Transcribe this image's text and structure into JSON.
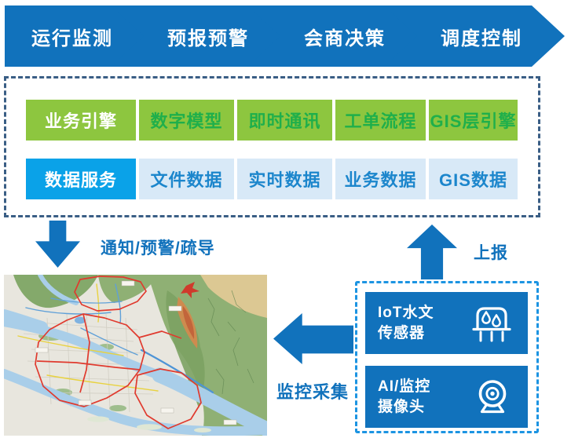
{
  "process_flow": {
    "steps": [
      {
        "label": "运行监测"
      },
      {
        "label": "预报预警"
      },
      {
        "label": "会商决策"
      },
      {
        "label": "调度控制"
      }
    ]
  },
  "platform": {
    "engine_row": {
      "header": "业务引擎",
      "cells": [
        "数字模型",
        "即时通讯",
        "工单流程",
        "GIS层引擎"
      ]
    },
    "data_row": {
      "header": "数据服务",
      "cells": [
        "文件数据",
        "实时数据",
        "业务数据",
        "GIS数据"
      ]
    }
  },
  "flow_labels": {
    "notify": "通知/预警/疏导",
    "report": "上报",
    "collect": "监控采集"
  },
  "sensor_panel": {
    "items": [
      {
        "line1": "IoT水文",
        "line2": "传感器",
        "icon": "water-sensor-icon"
      },
      {
        "line1": "AI/监控",
        "line2": "摄像头",
        "icon": "camera-icon"
      }
    ]
  },
  "icons": {
    "down_arrow": "down-arrow-icon",
    "up_arrow": "up-arrow-icon",
    "left_arrow": "left-arrow-icon",
    "map": "terrain-basin-map"
  },
  "colors": {
    "chevron_blue": "#1172BC",
    "green_bg": "#8DC63F",
    "green_text": "#1FAF4B",
    "data_header_bg": "#0AA2E8",
    "data_cell_bg": "#D8E9F7",
    "data_text": "#1C86CC",
    "arrow_blue": "#1172BC",
    "outer_dash_border": "#3A5E85",
    "sensor_dash_border": "#1C94E2",
    "sensor_card_bg": "#1172BC"
  }
}
